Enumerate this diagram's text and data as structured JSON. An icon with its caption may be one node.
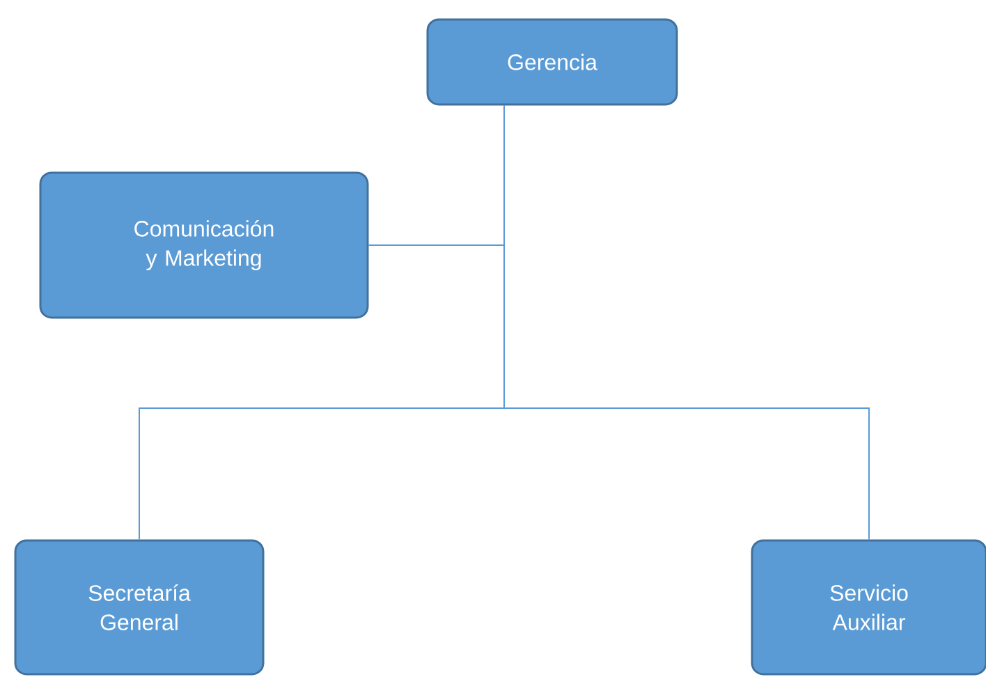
{
  "diagram": {
    "nodes": [
      {
        "text": [
          "Gerencia"
        ]
      },
      {
        "text": [
          "Comunicación y Marketing"
        ]
      },
      {
        "text": [
          "Secretaría General"
        ]
      },
      {
        "text": [
          "Servicio Auxiliar"
        ]
      }
    ],
    "edges": [
      {
        "from": 0,
        "to": 1,
        "arrow": "none"
      },
      {
        "from": 0,
        "to": 2,
        "arrow": "none"
      },
      {
        "from": 0,
        "to": 3,
        "arrow": "none"
      }
    ]
  }
}
